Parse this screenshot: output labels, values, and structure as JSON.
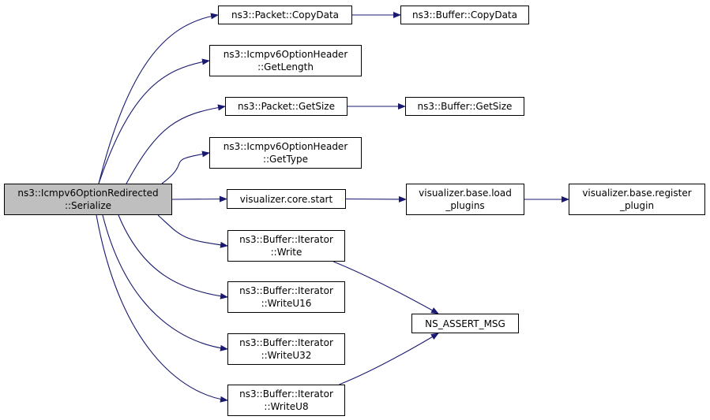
{
  "colors": {
    "edge": "#191970",
    "root_fill": "#bfbfbf",
    "node_fill": "#ffffff",
    "border": "#000000"
  },
  "nodes": {
    "serialize": {
      "lines": [
        "ns3::Icmpv6OptionRedirected",
        "::Serialize"
      ]
    },
    "copydata": {
      "lines": [
        "ns3::Packet::CopyData"
      ]
    },
    "buf_copydata": {
      "lines": [
        "ns3::Buffer::CopyData"
      ]
    },
    "getlength": {
      "lines": [
        "ns3::Icmpv6OptionHeader",
        "::GetLength"
      ]
    },
    "getsize": {
      "lines": [
        "ns3::Packet::GetSize"
      ]
    },
    "buf_getsize": {
      "lines": [
        "ns3::Buffer::GetSize"
      ]
    },
    "gettype": {
      "lines": [
        "ns3::Icmpv6OptionHeader",
        "::GetType"
      ]
    },
    "vis_start": {
      "lines": [
        "visualizer.core.start"
      ]
    },
    "vis_load": {
      "lines": [
        "visualizer.base.load",
        "_plugins"
      ]
    },
    "vis_register": {
      "lines": [
        "visualizer.base.register",
        "_plugin"
      ]
    },
    "write": {
      "lines": [
        "ns3::Buffer::Iterator",
        "::Write"
      ]
    },
    "writeu16": {
      "lines": [
        "ns3::Buffer::Iterator",
        "::WriteU16"
      ]
    },
    "writeu32": {
      "lines": [
        "ns3::Buffer::Iterator",
        "::WriteU32"
      ]
    },
    "writeu8": {
      "lines": [
        "ns3::Buffer::Iterator",
        "::WriteU8"
      ]
    },
    "ns_assert": {
      "lines": [
        "NS_ASSERT_MSG"
      ]
    }
  },
  "edges": [
    {
      "from": "serialize",
      "to": "copydata"
    },
    {
      "from": "serialize",
      "to": "getlength"
    },
    {
      "from": "serialize",
      "to": "getsize"
    },
    {
      "from": "serialize",
      "to": "gettype"
    },
    {
      "from": "serialize",
      "to": "vis_start"
    },
    {
      "from": "serialize",
      "to": "write"
    },
    {
      "from": "serialize",
      "to": "writeu16"
    },
    {
      "from": "serialize",
      "to": "writeu32"
    },
    {
      "from": "serialize",
      "to": "writeu8"
    },
    {
      "from": "copydata",
      "to": "buf_copydata"
    },
    {
      "from": "getsize",
      "to": "buf_getsize"
    },
    {
      "from": "vis_start",
      "to": "vis_load"
    },
    {
      "from": "vis_load",
      "to": "vis_register"
    },
    {
      "from": "write",
      "to": "ns_assert"
    },
    {
      "from": "writeu8",
      "to": "ns_assert"
    }
  ]
}
